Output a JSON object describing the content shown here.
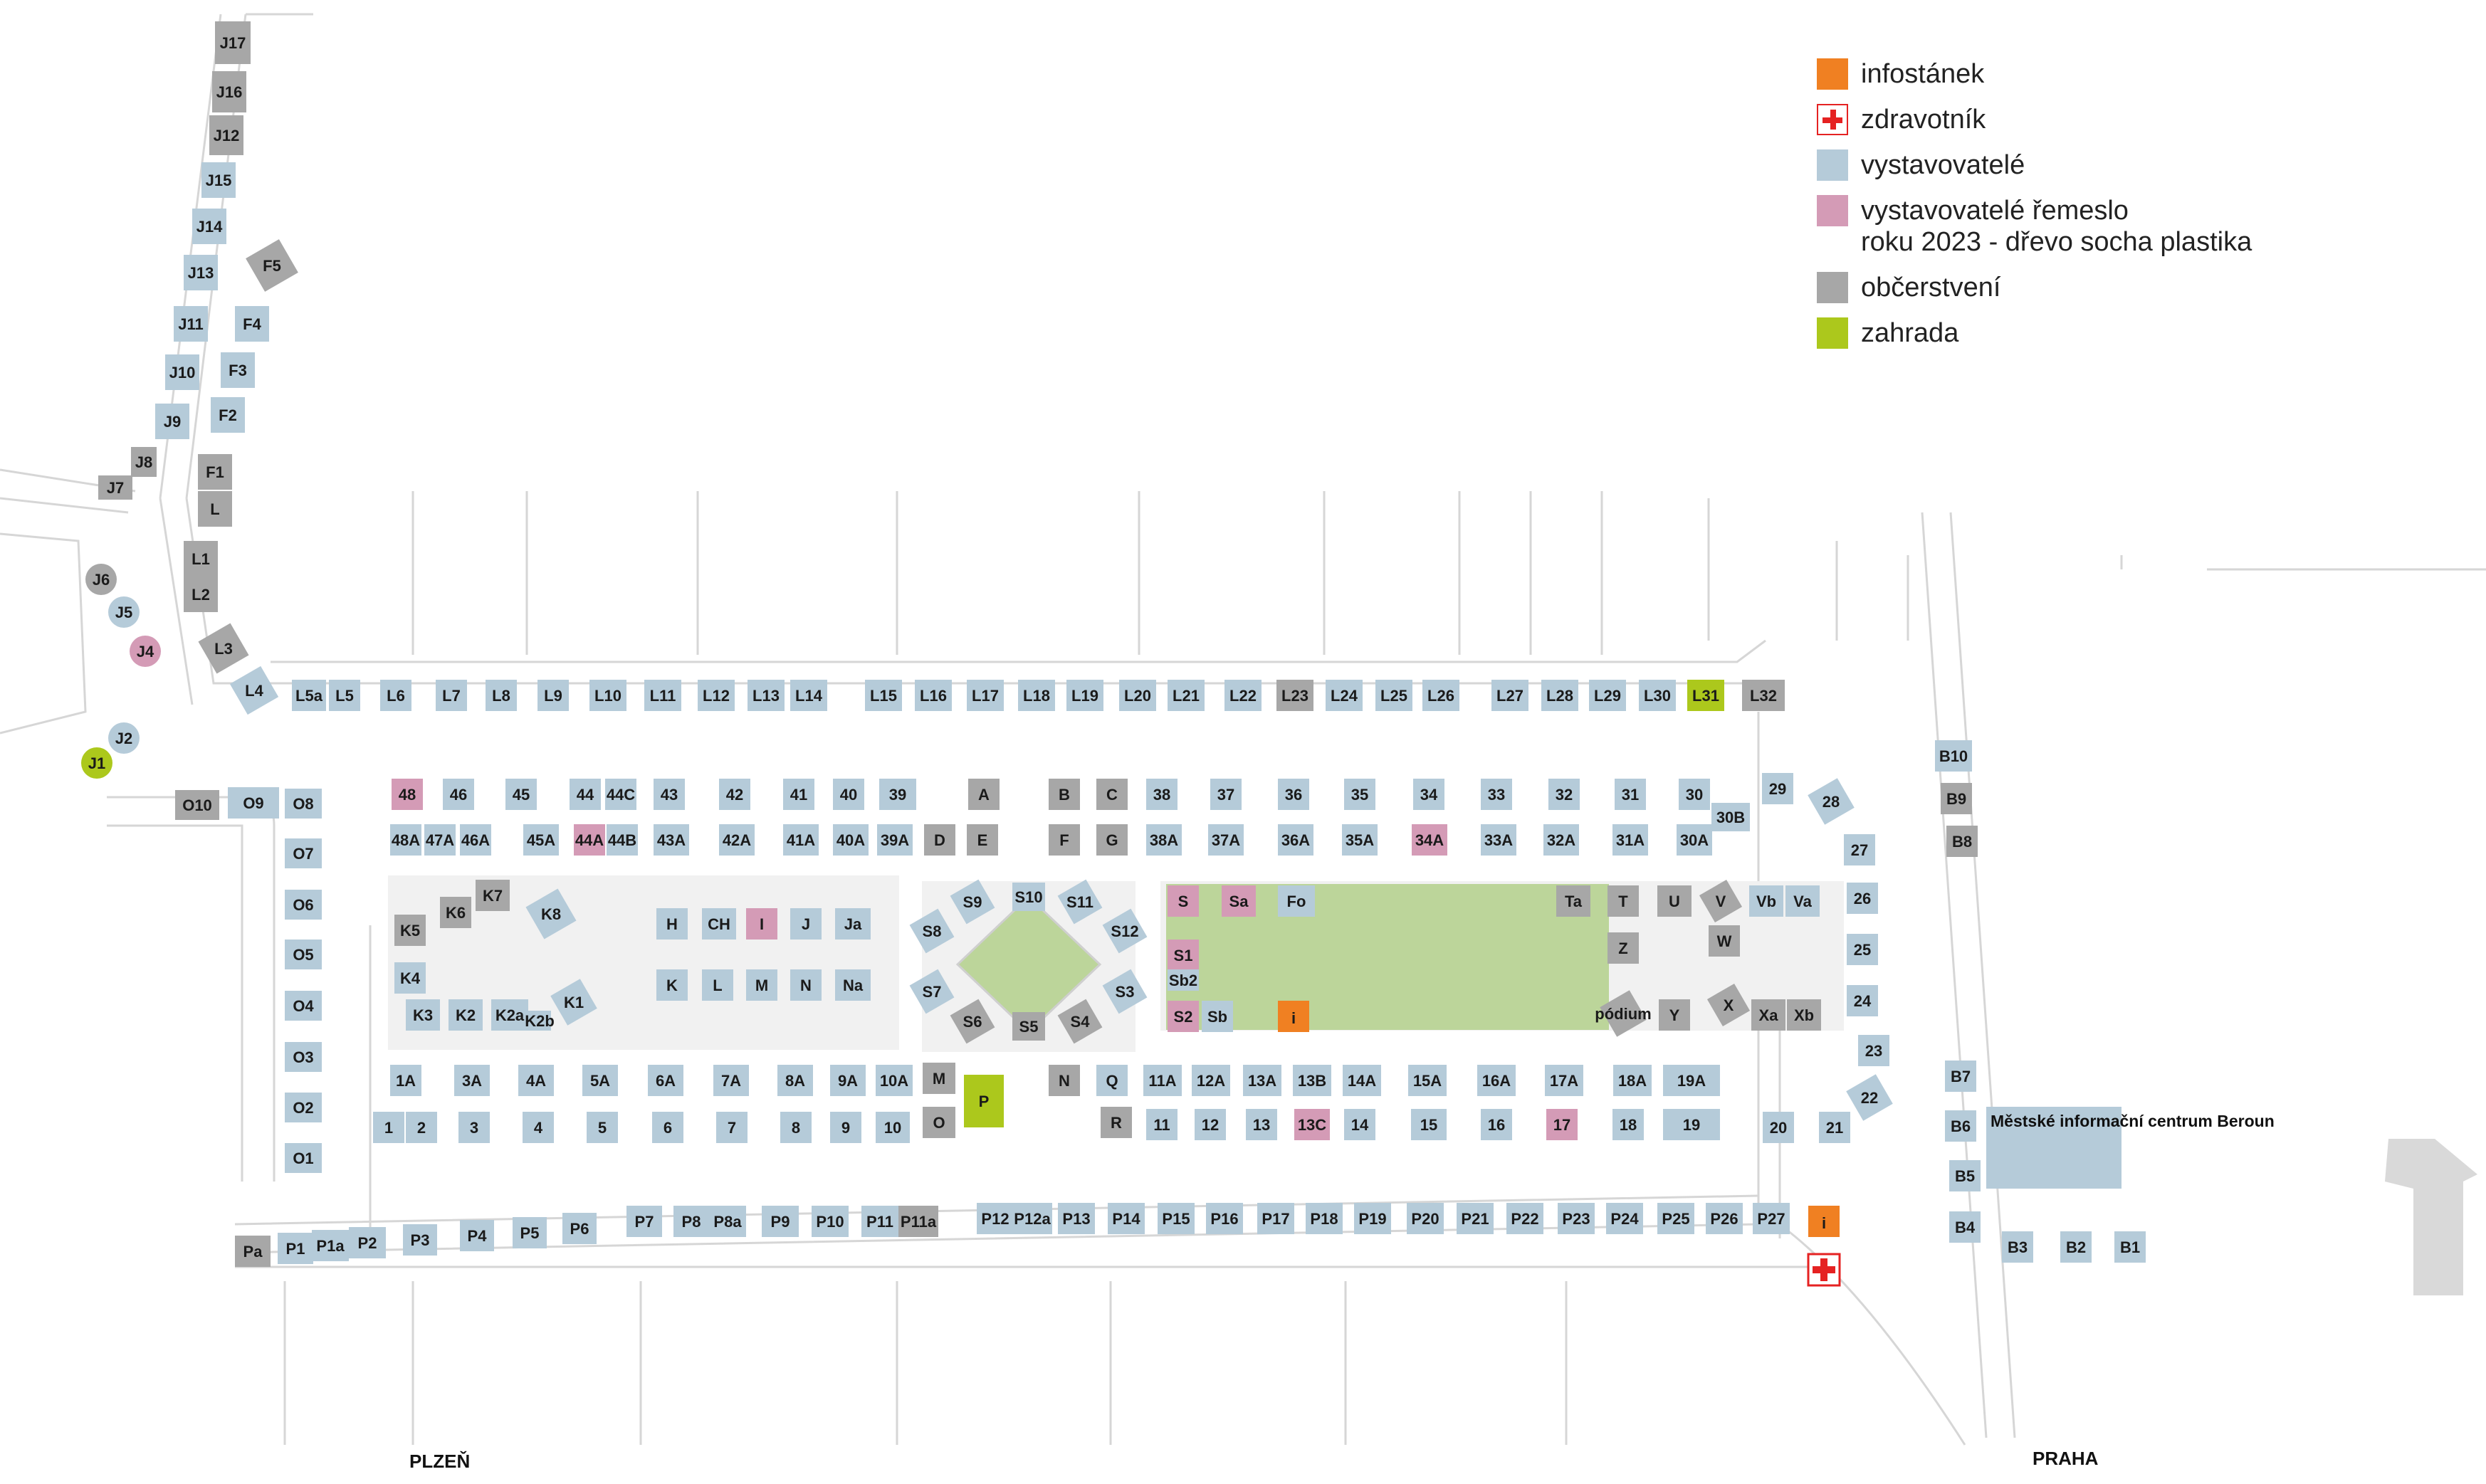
{
  "colors": {
    "infostanek": "#f08022",
    "zdravotnik": "#e52222",
    "vystavovatele": "#b5cbd9",
    "remeslo": "#d49bb6",
    "obcerstveni": "#a7a7a7",
    "zahrada": "#acc81c",
    "lawn": "#bcd59a",
    "plaza": "#f1f1f1",
    "info_centre": "#b5cbd9"
  },
  "legend": [
    {
      "key": "infostanek",
      "label": "infostánek",
      "icon": "orange-square"
    },
    {
      "key": "zdravotnik",
      "label": "zdravotník",
      "icon": "red-cross-icon"
    },
    {
      "key": "vystavovatele",
      "label": "vystavovatelé",
      "icon": "blue-square"
    },
    {
      "key": "remeslo",
      "label": "vystavovatelé řemeslo\nroku 2023 - dřevo socha plastika",
      "icon": "pink-square"
    },
    {
      "key": "obcerstveni",
      "label": "občerstvení",
      "icon": "grey-square"
    },
    {
      "key": "zahrada",
      "label": "zahrada",
      "icon": "green-square"
    }
  ],
  "places": {
    "plzen": "PLZEŇ",
    "praha": "PRAHA",
    "info_centre": "Městské informační centrum Beroun"
  },
  "stalls": [
    {
      "id": "J17",
      "t": "o"
    },
    {
      "id": "J16",
      "t": "o"
    },
    {
      "id": "J12",
      "t": "o"
    },
    {
      "id": "J15",
      "t": "v"
    },
    {
      "id": "J14",
      "t": "v"
    },
    {
      "id": "J13",
      "t": "v"
    },
    {
      "id": "J11",
      "t": "v"
    },
    {
      "id": "J10",
      "t": "v"
    },
    {
      "id": "J9",
      "t": "v"
    },
    {
      "id": "J8",
      "t": "o"
    },
    {
      "id": "J7",
      "t": "o"
    },
    {
      "id": "J6",
      "t": "o"
    },
    {
      "id": "J5",
      "t": "v"
    },
    {
      "id": "J4",
      "t": "r"
    },
    {
      "id": "J2",
      "t": "v"
    },
    {
      "id": "J1",
      "t": "z"
    },
    {
      "id": "F5",
      "t": "o"
    },
    {
      "id": "F4",
      "t": "v"
    },
    {
      "id": "F3",
      "t": "v"
    },
    {
      "id": "F2",
      "t": "v"
    },
    {
      "id": "F1",
      "t": "o"
    },
    {
      "id": "L",
      "t": "o"
    },
    {
      "id": "L1",
      "t": "o"
    },
    {
      "id": "L2",
      "t": "o"
    },
    {
      "id": "L3",
      "t": "o"
    },
    {
      "id": "L4",
      "t": "v"
    },
    {
      "id": "L5a",
      "t": "v"
    },
    {
      "id": "L5",
      "t": "v"
    },
    {
      "id": "L6",
      "t": "v"
    },
    {
      "id": "L7",
      "t": "v"
    },
    {
      "id": "L8",
      "t": "v"
    },
    {
      "id": "L9",
      "t": "v"
    },
    {
      "id": "L10",
      "t": "v"
    },
    {
      "id": "L11",
      "t": "v"
    },
    {
      "id": "L12",
      "t": "v"
    },
    {
      "id": "L13",
      "t": "v"
    },
    {
      "id": "L14",
      "t": "v"
    },
    {
      "id": "L15",
      "t": "v"
    },
    {
      "id": "L16",
      "t": "v"
    },
    {
      "id": "L17",
      "t": "v"
    },
    {
      "id": "L18",
      "t": "v"
    },
    {
      "id": "L19",
      "t": "v"
    },
    {
      "id": "L20",
      "t": "v"
    },
    {
      "id": "L21",
      "t": "v"
    },
    {
      "id": "L22",
      "t": "v"
    },
    {
      "id": "L23",
      "t": "o"
    },
    {
      "id": "L24",
      "t": "v"
    },
    {
      "id": "L25",
      "t": "v"
    },
    {
      "id": "L26",
      "t": "v"
    },
    {
      "id": "L27",
      "t": "v"
    },
    {
      "id": "L28",
      "t": "v"
    },
    {
      "id": "L29",
      "t": "v"
    },
    {
      "id": "L30",
      "t": "v"
    },
    {
      "id": "L31",
      "t": "z"
    },
    {
      "id": "L32",
      "t": "o"
    },
    {
      "id": "O10",
      "t": "o"
    },
    {
      "id": "O9",
      "t": "v"
    },
    {
      "id": "O8",
      "t": "v"
    },
    {
      "id": "O7",
      "t": "v"
    },
    {
      "id": "O6",
      "t": "v"
    },
    {
      "id": "O5",
      "t": "v"
    },
    {
      "id": "O4",
      "t": "v"
    },
    {
      "id": "O3",
      "t": "v"
    },
    {
      "id": "O2",
      "t": "v"
    },
    {
      "id": "O1",
      "t": "v"
    },
    {
      "id": "48",
      "t": "r"
    },
    {
      "id": "46",
      "t": "v"
    },
    {
      "id": "45",
      "t": "v"
    },
    {
      "id": "44",
      "t": "v"
    },
    {
      "id": "44C",
      "t": "v"
    },
    {
      "id": "43",
      "t": "v"
    },
    {
      "id": "42",
      "t": "v"
    },
    {
      "id": "41",
      "t": "v"
    },
    {
      "id": "40",
      "t": "v"
    },
    {
      "id": "39",
      "t": "v"
    },
    {
      "id": "A",
      "t": "o"
    },
    {
      "id": "B",
      "t": "o"
    },
    {
      "id": "C",
      "t": "o"
    },
    {
      "id": "38",
      "t": "v"
    },
    {
      "id": "37",
      "t": "v"
    },
    {
      "id": "36",
      "t": "v"
    },
    {
      "id": "35",
      "t": "v"
    },
    {
      "id": "34",
      "t": "v"
    },
    {
      "id": "33",
      "t": "v"
    },
    {
      "id": "32",
      "t": "v"
    },
    {
      "id": "31",
      "t": "v"
    },
    {
      "id": "30",
      "t": "v"
    },
    {
      "id": "29",
      "t": "v"
    },
    {
      "id": "28",
      "t": "v"
    },
    {
      "id": "30B",
      "t": "v"
    },
    {
      "id": "48A",
      "t": "v"
    },
    {
      "id": "47A",
      "t": "v"
    },
    {
      "id": "46A",
      "t": "v"
    },
    {
      "id": "45A",
      "t": "v"
    },
    {
      "id": "44A",
      "t": "r"
    },
    {
      "id": "44B",
      "t": "v"
    },
    {
      "id": "43A",
      "t": "v"
    },
    {
      "id": "42A",
      "t": "v"
    },
    {
      "id": "41A",
      "t": "v"
    },
    {
      "id": "40A",
      "t": "v"
    },
    {
      "id": "39A",
      "t": "v"
    },
    {
      "id": "D",
      "t": "o"
    },
    {
      "id": "E",
      "t": "o"
    },
    {
      "id": "F",
      "t": "o"
    },
    {
      "id": "G",
      "t": "o"
    },
    {
      "id": "38A",
      "t": "v"
    },
    {
      "id": "37A",
      "t": "v"
    },
    {
      "id": "36A",
      "t": "v"
    },
    {
      "id": "35A",
      "t": "v"
    },
    {
      "id": "34A",
      "t": "r"
    },
    {
      "id": "33A",
      "t": "v"
    },
    {
      "id": "32A",
      "t": "v"
    },
    {
      "id": "31A",
      "t": "v"
    },
    {
      "id": "30A",
      "t": "v"
    },
    {
      "id": "27",
      "t": "v"
    },
    {
      "id": "K7",
      "t": "o"
    },
    {
      "id": "K8",
      "t": "v"
    },
    {
      "id": "K6",
      "t": "o"
    },
    {
      "id": "K5",
      "t": "o"
    },
    {
      "id": "K4",
      "t": "v"
    },
    {
      "id": "K3",
      "t": "v"
    },
    {
      "id": "K2",
      "t": "v"
    },
    {
      "id": "K2a",
      "t": "v"
    },
    {
      "id": "K2b",
      "t": "v"
    },
    {
      "id": "K1",
      "t": "v"
    },
    {
      "id": "H",
      "t": "v"
    },
    {
      "id": "CH",
      "t": "v"
    },
    {
      "id": "I",
      "t": "r"
    },
    {
      "id": "J",
      "t": "v"
    },
    {
      "id": "Ja",
      "t": "v"
    },
    {
      "id": "K",
      "t": "v"
    },
    {
      "id": "L",
      "t": "v"
    },
    {
      "id": "M",
      "t": "v"
    },
    {
      "id": "N",
      "t": "v"
    },
    {
      "id": "Na",
      "t": "v"
    },
    {
      "id": "S8",
      "t": "v"
    },
    {
      "id": "S9",
      "t": "v"
    },
    {
      "id": "S10",
      "t": "v"
    },
    {
      "id": "S11",
      "t": "v"
    },
    {
      "id": "S12",
      "t": "v"
    },
    {
      "id": "S7",
      "t": "v"
    },
    {
      "id": "S6",
      "t": "o"
    },
    {
      "id": "S5",
      "t": "o"
    },
    {
      "id": "S4",
      "t": "o"
    },
    {
      "id": "S3",
      "t": "v"
    },
    {
      "id": "S",
      "t": "r"
    },
    {
      "id": "Sa",
      "t": "r"
    },
    {
      "id": "Fo",
      "t": "v"
    },
    {
      "id": "S1",
      "t": "r"
    },
    {
      "id": "Sb2",
      "t": "v"
    },
    {
      "id": "S2",
      "t": "r"
    },
    {
      "id": "Sb",
      "t": "v"
    },
    {
      "id": "Ta",
      "t": "o"
    },
    {
      "id": "T",
      "t": "o"
    },
    {
      "id": "Z",
      "t": "o"
    },
    {
      "id": "pódium",
      "t": "o"
    },
    {
      "id": "U",
      "t": "o"
    },
    {
      "id": "V",
      "t": "o"
    },
    {
      "id": "Vb",
      "t": "v"
    },
    {
      "id": "Va",
      "t": "v"
    },
    {
      "id": "W",
      "t": "o"
    },
    {
      "id": "X",
      "t": "o"
    },
    {
      "id": "Y",
      "t": "o"
    },
    {
      "id": "Xa",
      "t": "o"
    },
    {
      "id": "Xb",
      "t": "o"
    },
    {
      "id": "26",
      "t": "v"
    },
    {
      "id": "25",
      "t": "v"
    },
    {
      "id": "24",
      "t": "v"
    },
    {
      "id": "23",
      "t": "v"
    },
    {
      "id": "22",
      "t": "v"
    },
    {
      "id": "1A",
      "t": "v"
    },
    {
      "id": "3A",
      "t": "v"
    },
    {
      "id": "4A",
      "t": "v"
    },
    {
      "id": "5A",
      "t": "v"
    },
    {
      "id": "6A",
      "t": "v"
    },
    {
      "id": "7A",
      "t": "v"
    },
    {
      "id": "8A",
      "t": "v"
    },
    {
      "id": "9A",
      "t": "v"
    },
    {
      "id": "10A",
      "t": "v"
    },
    {
      "id": "M",
      "t": "o"
    },
    {
      "id": "P",
      "t": "z"
    },
    {
      "id": "N",
      "t": "o"
    },
    {
      "id": "Q",
      "t": "v"
    },
    {
      "id": "11A",
      "t": "v"
    },
    {
      "id": "12A",
      "t": "v"
    },
    {
      "id": "13A",
      "t": "v"
    },
    {
      "id": "13B",
      "t": "v"
    },
    {
      "id": "14A",
      "t": "v"
    },
    {
      "id": "15A",
      "t": "v"
    },
    {
      "id": "16A",
      "t": "v"
    },
    {
      "id": "17A",
      "t": "v"
    },
    {
      "id": "18A",
      "t": "v"
    },
    {
      "id": "19A",
      "t": "v"
    },
    {
      "id": "1",
      "t": "v"
    },
    {
      "id": "2",
      "t": "v"
    },
    {
      "id": "3",
      "t": "v"
    },
    {
      "id": "4",
      "t": "v"
    },
    {
      "id": "5",
      "t": "v"
    },
    {
      "id": "6",
      "t": "v"
    },
    {
      "id": "7",
      "t": "v"
    },
    {
      "id": "8",
      "t": "v"
    },
    {
      "id": "9",
      "t": "v"
    },
    {
      "id": "10",
      "t": "v"
    },
    {
      "id": "O",
      "t": "o"
    },
    {
      "id": "R",
      "t": "o"
    },
    {
      "id": "11",
      "t": "v"
    },
    {
      "id": "12",
      "t": "v"
    },
    {
      "id": "13",
      "t": "v"
    },
    {
      "id": "13C",
      "t": "r"
    },
    {
      "id": "14",
      "t": "v"
    },
    {
      "id": "15",
      "t": "v"
    },
    {
      "id": "16",
      "t": "v"
    },
    {
      "id": "17",
      "t": "r"
    },
    {
      "id": "18",
      "t": "v"
    },
    {
      "id": "19",
      "t": "v"
    },
    {
      "id": "20",
      "t": "v"
    },
    {
      "id": "21",
      "t": "v"
    },
    {
      "id": "Pa",
      "t": "o"
    },
    {
      "id": "P1",
      "t": "v"
    },
    {
      "id": "P1a",
      "t": "v"
    },
    {
      "id": "P2",
      "t": "v"
    },
    {
      "id": "P3",
      "t": "v"
    },
    {
      "id": "P4",
      "t": "v"
    },
    {
      "id": "P5",
      "t": "v"
    },
    {
      "id": "P6",
      "t": "v"
    },
    {
      "id": "P7",
      "t": "v"
    },
    {
      "id": "P8",
      "t": "v"
    },
    {
      "id": "P8a",
      "t": "v"
    },
    {
      "id": "P9",
      "t": "v"
    },
    {
      "id": "P10",
      "t": "v"
    },
    {
      "id": "P11",
      "t": "v"
    },
    {
      "id": "P11a",
      "t": "o"
    },
    {
      "id": "P12",
      "t": "v"
    },
    {
      "id": "P12a",
      "t": "v"
    },
    {
      "id": "P13",
      "t": "v"
    },
    {
      "id": "P14",
      "t": "v"
    },
    {
      "id": "P15",
      "t": "v"
    },
    {
      "id": "P16",
      "t": "v"
    },
    {
      "id": "P17",
      "t": "v"
    },
    {
      "id": "P18",
      "t": "v"
    },
    {
      "id": "P19",
      "t": "v"
    },
    {
      "id": "P20",
      "t": "v"
    },
    {
      "id": "P21",
      "t": "v"
    },
    {
      "id": "P22",
      "t": "v"
    },
    {
      "id": "P23",
      "t": "v"
    },
    {
      "id": "P24",
      "t": "v"
    },
    {
      "id": "P25",
      "t": "v"
    },
    {
      "id": "P26",
      "t": "v"
    },
    {
      "id": "P27",
      "t": "v"
    },
    {
      "id": "B10",
      "t": "v"
    },
    {
      "id": "B9",
      "t": "o"
    },
    {
      "id": "B8",
      "t": "o"
    },
    {
      "id": "B7",
      "t": "v"
    },
    {
      "id": "B6",
      "t": "v"
    },
    {
      "id": "B5",
      "t": "v"
    },
    {
      "id": "B4",
      "t": "v"
    },
    {
      "id": "B3",
      "t": "v"
    },
    {
      "id": "B2",
      "t": "v"
    },
    {
      "id": "B1",
      "t": "v"
    }
  ]
}
